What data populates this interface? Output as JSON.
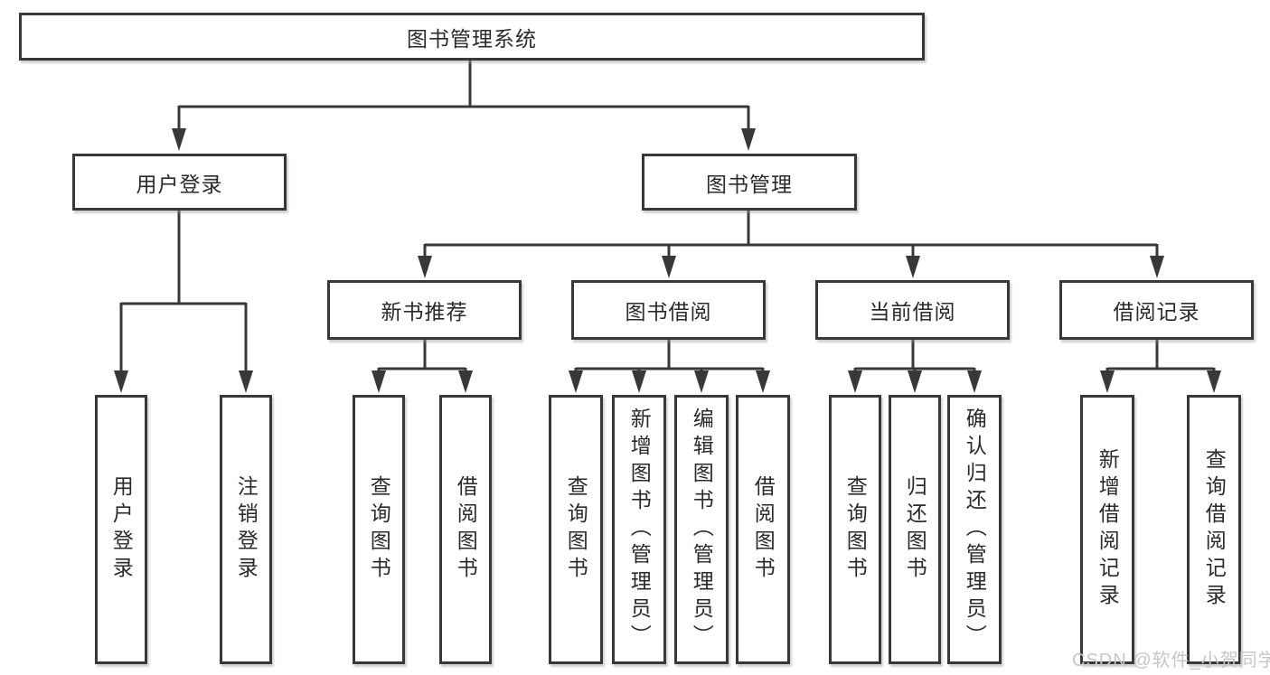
{
  "tree": {
    "label": "图书管理系统",
    "children": [
      {
        "label": "用户登录",
        "children": [
          {
            "label": "用户登录"
          },
          {
            "label": "注销登录"
          }
        ]
      },
      {
        "label": "图书管理",
        "children": [
          {
            "label": "新书推荐",
            "children": [
              {
                "label": "查询图书"
              },
              {
                "label": "借阅图书"
              }
            ]
          },
          {
            "label": "图书借阅",
            "children": [
              {
                "label": "查询图书"
              },
              {
                "label": "新增图书（管理员）"
              },
              {
                "label": "编辑图书（管理员）"
              },
              {
                "label": "借阅图书"
              }
            ]
          },
          {
            "label": "当前借阅",
            "children": [
              {
                "label": "查询图书"
              },
              {
                "label": "归还图书"
              },
              {
                "label": "确认归还（管理员）"
              }
            ]
          },
          {
            "label": "借阅记录",
            "children": [
              {
                "label": "新增借阅记录"
              },
              {
                "label": "查询借阅记录"
              }
            ]
          }
        ]
      }
    ]
  },
  "watermark": {
    "text": "CSDN @软件_小贺同学"
  },
  "colors": {
    "background": "#ffffff",
    "line": "#383838",
    "box_border": "#383838",
    "box_fill": "#ffffff",
    "text": "#2a2a2a",
    "watermark": "#c6c6c6"
  }
}
